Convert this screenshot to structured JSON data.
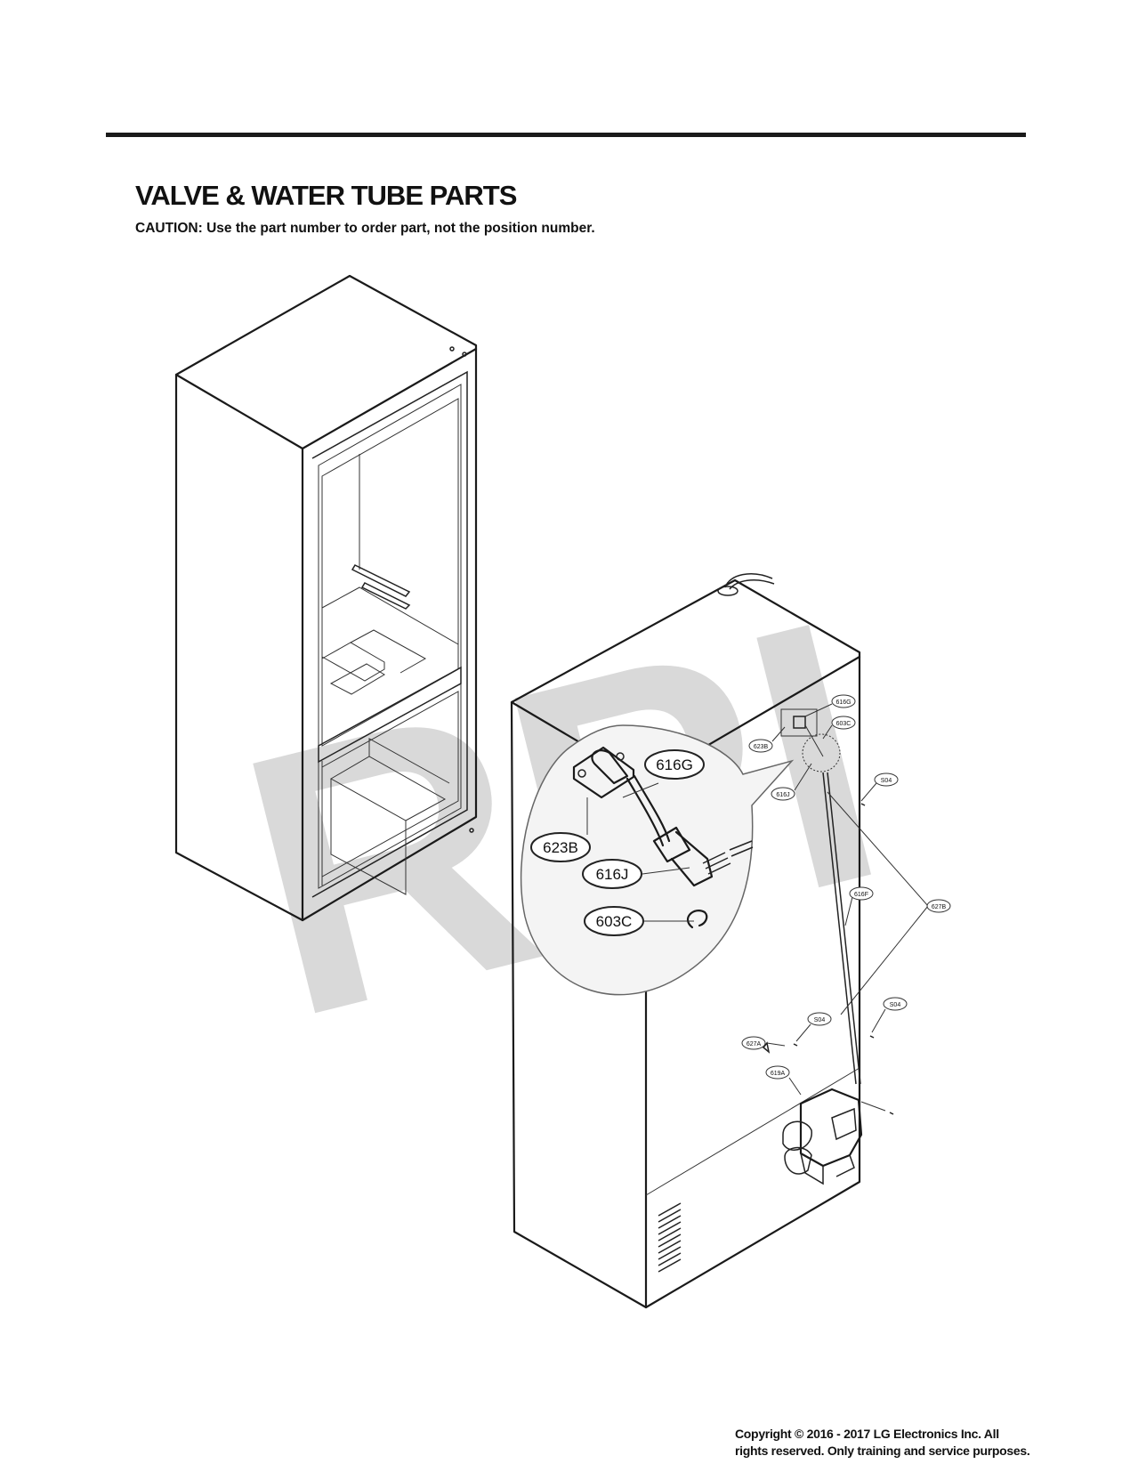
{
  "header": {
    "title": "VALVE & WATER TUBE PARTS",
    "caution": "CAUTION: Use the part number to order part, not the position number."
  },
  "watermark": "RPI",
  "callouts": {
    "c616G": "616G",
    "c603C": "603C",
    "c623B": "623B",
    "c616J": "616J",
    "cS04a": "S04",
    "c616F": "616F",
    "c627B": "627B",
    "cS04b": "S04",
    "cS04c": "S04",
    "c627A": "627A",
    "c619A": "619A"
  },
  "detail_callouts": {
    "d616G": "616G",
    "d623B": "623B",
    "d616J": "616J",
    "d603C": "603C"
  },
  "footer": {
    "copyright_line1": "Copyright © 2016 - 2017 LG Electronics Inc. All",
    "copyright_line2": "rights reserved. Only training and service purposes."
  }
}
